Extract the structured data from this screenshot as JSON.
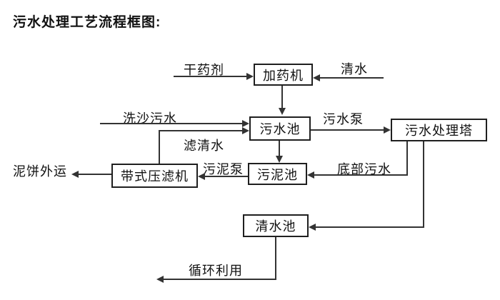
{
  "page": {
    "title": "污水处理工艺流程框图:"
  },
  "diagram": {
    "line_color": "#333333",
    "nodes": {
      "dosing_machine": {
        "label": "加药机"
      },
      "sewage_pool": {
        "label": "污水池"
      },
      "treatment_tower": {
        "label": "污水处理塔"
      },
      "sludge_pool": {
        "label": "污泥池"
      },
      "belt_filter_press": {
        "label": "带式压滤机"
      },
      "clean_water_pool": {
        "label": "清水池"
      }
    },
    "edge_labels": {
      "dry_chemical": "干药剂",
      "clean_water_in": "清水",
      "sand_washing_sewage": "洗沙污水",
      "sewage_pump": "污水泵",
      "filtered_water": "滤清水",
      "bottom_sewage": "底部污水",
      "sludge_pump": "污泥泵",
      "mud_cake_out": "泥饼外运",
      "recycle": "循环利用"
    }
  }
}
